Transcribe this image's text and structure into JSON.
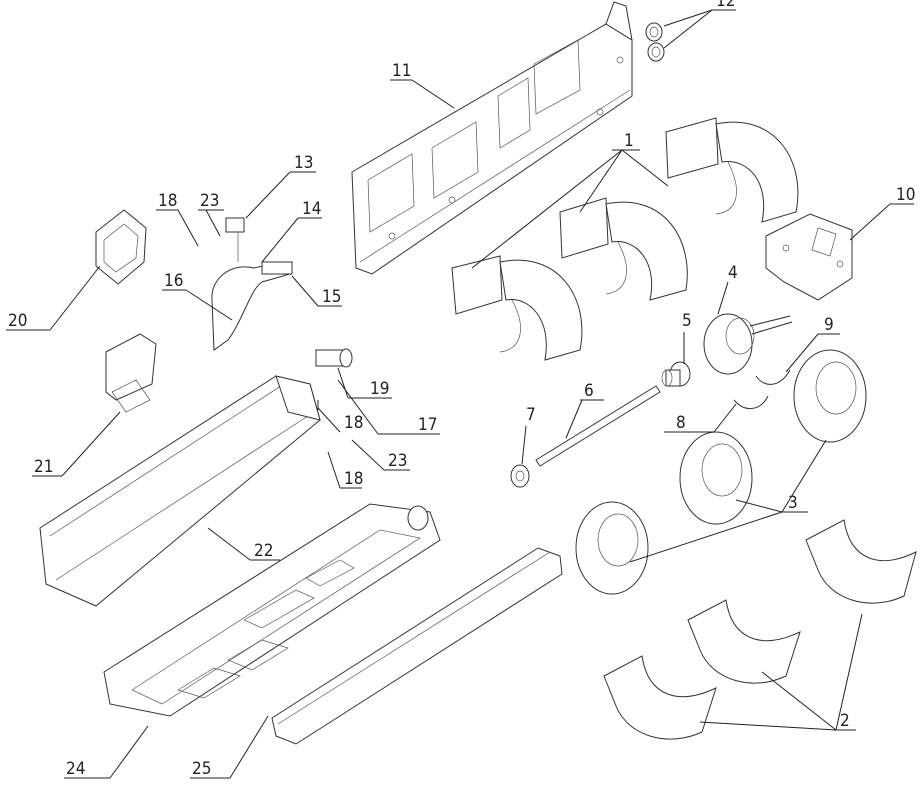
{
  "diagram": {
    "callouts": [
      {
        "id": "c1",
        "label": "1"
      },
      {
        "id": "c2",
        "label": "2"
      },
      {
        "id": "c3",
        "label": "3"
      },
      {
        "id": "c4",
        "label": "4"
      },
      {
        "id": "c5",
        "label": "5"
      },
      {
        "id": "c6",
        "label": "6"
      },
      {
        "id": "c7",
        "label": "7"
      },
      {
        "id": "c8",
        "label": "8"
      },
      {
        "id": "c9",
        "label": "9"
      },
      {
        "id": "c10",
        "label": "10"
      },
      {
        "id": "c11",
        "label": "11"
      },
      {
        "id": "c12",
        "label": "12"
      },
      {
        "id": "c13",
        "label": "13"
      },
      {
        "id": "c14",
        "label": "14"
      },
      {
        "id": "c15",
        "label": "15"
      },
      {
        "id": "c16",
        "label": "16"
      },
      {
        "id": "c17",
        "label": "17"
      },
      {
        "id": "c18a",
        "label": "18"
      },
      {
        "id": "c18b",
        "label": "18"
      },
      {
        "id": "c18c",
        "label": "18"
      },
      {
        "id": "c19",
        "label": "19"
      },
      {
        "id": "c20",
        "label": "20"
      },
      {
        "id": "c21",
        "label": "21"
      },
      {
        "id": "c22",
        "label": "22"
      },
      {
        "id": "c23a",
        "label": "23"
      },
      {
        "id": "c23b",
        "label": "23"
      },
      {
        "id": "c24",
        "label": "24"
      },
      {
        "id": "c25",
        "label": "25"
      }
    ]
  }
}
